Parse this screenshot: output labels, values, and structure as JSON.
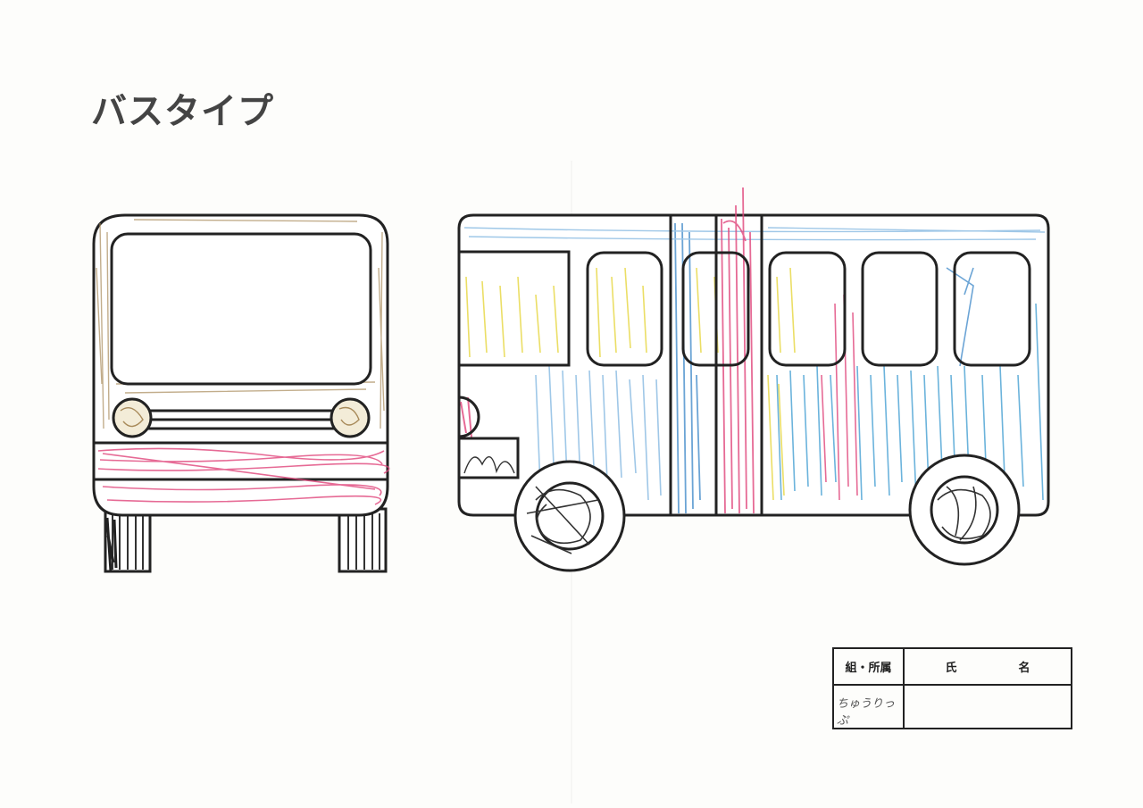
{
  "page": {
    "title": "バスタイプ"
  },
  "name_table": {
    "group_header": "組・所属",
    "name_header": "氏　名",
    "group_value": "ちゅうりっぷ",
    "name_value": ""
  },
  "colors": {
    "outline": "#222222",
    "crayon_blue": "#3a86c8",
    "crayon_light_blue": "#7fb5e0",
    "crayon_pink": "#e0457a",
    "crayon_yellow": "#e8d84a",
    "crayon_brown": "#a88a5a",
    "crayon_black": "#333333"
  }
}
